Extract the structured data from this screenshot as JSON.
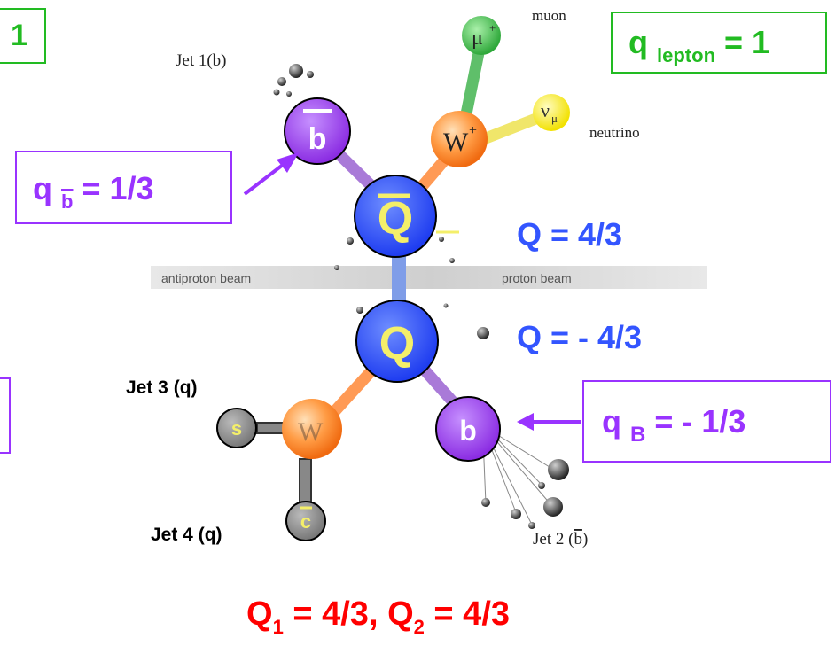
{
  "labels": {
    "muon": "muon",
    "neutrino": "neutrino",
    "jet1": "Jet 1(b)",
    "jet2": "Jet 2",
    "jet2_flavor": "b",
    "jet3": "Jet 3 (q)",
    "jet4": "Jet 4 (q)",
    "antiproton_beam": "antiproton beam",
    "proton_beam": "proton beam"
  },
  "particles": {
    "bbar": "b",
    "b": "b",
    "Qbar": "Q",
    "Q": "Q",
    "W_plus": "W",
    "W_plus_sup": "+",
    "W_minus": "W",
    "muon_symbol": "μ",
    "muon_sup": "+",
    "neutrino_symbol": "ν",
    "neutrino_sub": "μ",
    "s": "s",
    "cbar": "c"
  },
  "boxes": {
    "left_top": "1",
    "q_lepton": {
      "q": "q",
      "sub": "lepton",
      "eq": " = 1"
    },
    "q_bbar": {
      "q": "q",
      "sub": "b",
      "eq": " = 1/3"
    },
    "q_B": {
      "q": "q",
      "sub": "B",
      "eq": " = - 1/3"
    }
  },
  "charges": {
    "upper": "Q = 4/3",
    "lower": "Q = - 4/3"
  },
  "bottom": {
    "Q1": "Q",
    "Q1_sub": "1",
    "Q1_val": " = 4/3, ",
    "Q2": "Q",
    "Q2_sub": "2",
    "Q2_val": " = 4/3"
  },
  "colors": {
    "green": "#22bb22",
    "purple": "#9933ff",
    "blue": "#3355ff",
    "red": "#ff0000",
    "yellow": "#e8e000",
    "orange": "#ff7a1a"
  }
}
